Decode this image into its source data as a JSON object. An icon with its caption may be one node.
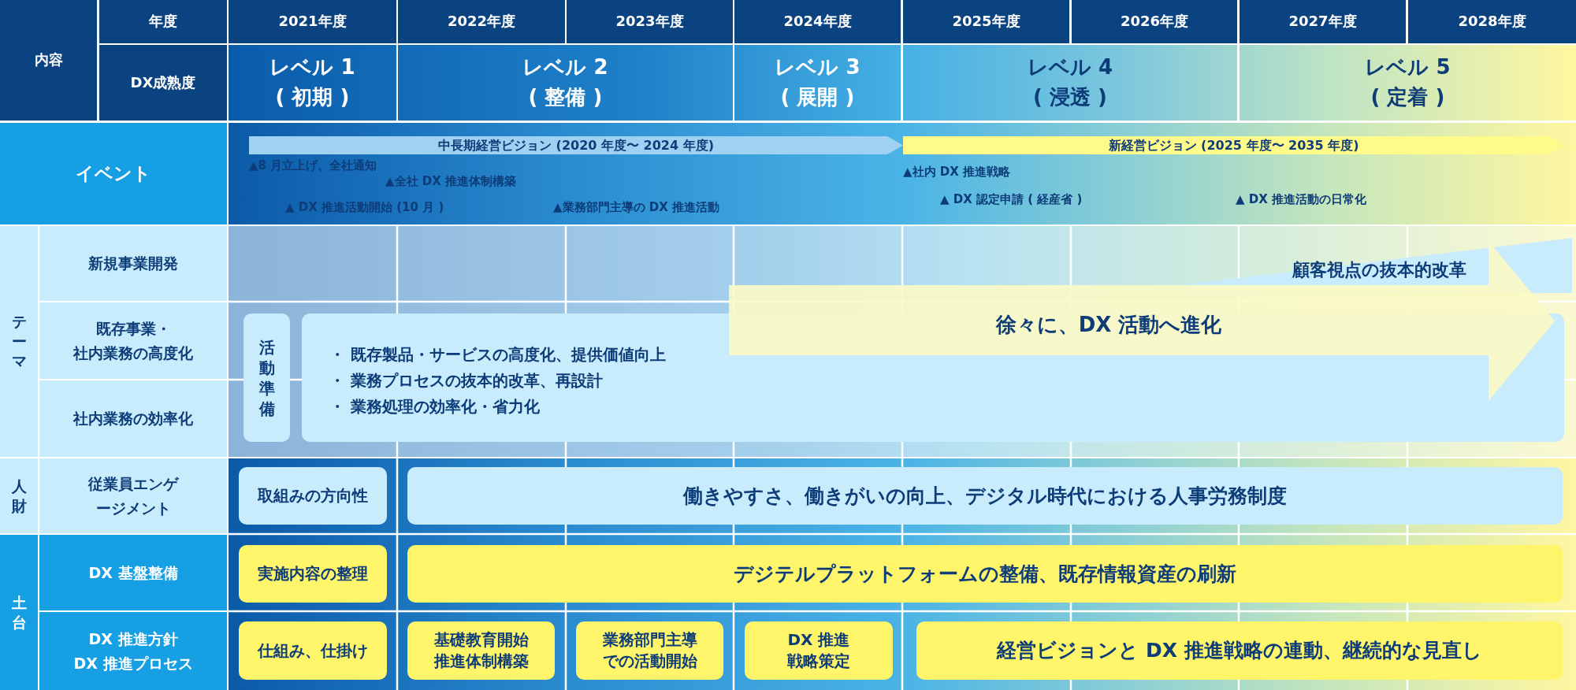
{
  "diagram": {
    "nodes": [
      {
        "text": [
          "内容"
        ]
      },
      {
        "text": [
          "年度"
        ]
      },
      {
        "text": [
          "2021年度"
        ]
      },
      {
        "text": [
          "2022年度"
        ]
      },
      {
        "text": [
          "2023年度"
        ]
      },
      {
        "text": [
          "2024年度"
        ]
      },
      {
        "text": [
          "2025年度"
        ]
      },
      {
        "text": [
          "2026年度"
        ]
      },
      {
        "text": [
          "2027年度"
        ]
      },
      {
        "text": [
          "2028年度"
        ]
      },
      {
        "text": [
          "DX成熟度"
        ]
      },
      {
        "text": [
          "レベル 1",
          "( 初期 )"
        ]
      },
      {
        "text": [
          "レベル 2",
          "( 整備 )"
        ]
      },
      {
        "text": [
          "レベル 3",
          "( 展開 )"
        ]
      },
      {
        "text": [
          "レベル 4",
          "( 浸透 )"
        ]
      },
      {
        "text": [
          "レベル 5",
          "( 定着 )"
        ]
      },
      {
        "text": [
          "イベント"
        ]
      },
      {
        "text": [
          "中長期経営ビジョン (2020 年度〜 2024 年度)"
        ]
      },
      {
        "text": [
          "新経営ビジョン (2025 年度〜 2035 年度)"
        ]
      },
      {
        "text": [
          "テーマ"
        ]
      },
      {
        "text": [
          "新規事業開発"
        ]
      },
      {
        "text": [
          "既存事業・社内業務の高度化"
        ]
      },
      {
        "text": [
          "社内業務の効率化"
        ]
      },
      {
        "text": [
          "人財"
        ]
      },
      {
        "text": [
          "従業員エンゲージメント"
        ]
      },
      {
        "text": [
          "土台"
        ]
      },
      {
        "text": [
          "DX 基盤整備"
        ]
      },
      {
        "text": [
          "DX 推進方針",
          "DX 推進プロセス"
        ]
      },
      {
        "text": [
          "顧客視点の抜本的改革"
        ]
      },
      {
        "text": [
          "徐々に、DX 活動へ進化"
        ]
      },
      {
        "text": [
          "活動準備"
        ]
      },
      {
        "text": [
          "・ 既存製品・サービスの高度化、提供価値向上",
          "・ 業務プロセスの抜本的改革、再設計",
          "・ 業務処理の効率化・省力化"
        ]
      },
      {
        "text": [
          "取組みの方向性"
        ]
      },
      {
        "text": [
          "働きやすさ、働きがいの向上、デジタル時代における人事労務制度"
        ]
      },
      {
        "text": [
          "実施内容の整理"
        ]
      },
      {
        "text": [
          "デジテルプラットフォームの整備、既存情報資産の刷新"
        ]
      },
      {
        "text": [
          "仕組み、仕掛け"
        ]
      },
      {
        "text": [
          "基礎教育開始推進体制構築"
        ]
      },
      {
        "text": [
          "業務部門主導での活動開始"
        ]
      },
      {
        "text": [
          "DX 推進戦略策定"
        ]
      },
      {
        "text": [
          "経営ビジョンと DX 推進戦略の連動、継続的な見直し"
        ]
      }
    ],
    "labels": [
      "▲8 月立上げ、全社通知",
      "▲社内 DX 推進戦略",
      "▲全社 DX 推進体制構築",
      "▲ DX 認定申請 ( 経産省 )",
      "▲ DX 推進活動の日常化",
      "▲ DX 推進活動開始 (10 月 )",
      "▲業務部門主導の DX 推進活動"
    ]
  }
}
